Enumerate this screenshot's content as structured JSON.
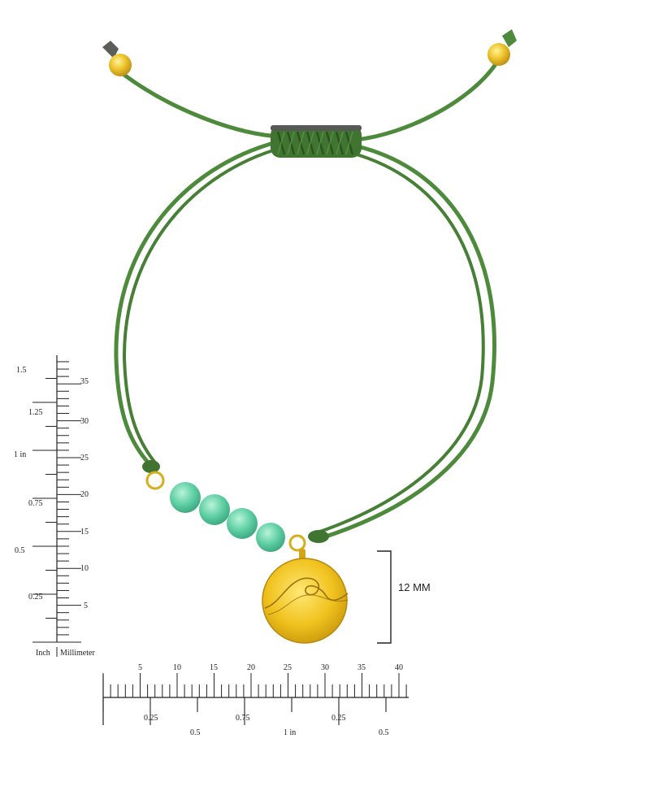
{
  "product": {
    "cord_color": "#4e8a3c",
    "bead_color": "#62d3a8",
    "metal_color": "#e0b520",
    "charm_icon": "wave-icon"
  },
  "dimension": {
    "label": "12 MM"
  },
  "vertical_ruler": {
    "inch_labels": [
      "1.5",
      "1.25",
      "1 in",
      "0.75",
      "0.5",
      "0.25"
    ],
    "mm_labels": [
      "35",
      "30",
      "25",
      "20",
      "15",
      "10",
      "5"
    ],
    "caption_inch": "Inch",
    "caption_mm": "Millimeter"
  },
  "horizontal_ruler": {
    "mm_labels": [
      "5",
      "10",
      "15",
      "20",
      "25",
      "30",
      "35",
      "40"
    ],
    "inch_labels": [
      "0.25",
      "0.5",
      "0.75",
      "1 in",
      "0.25",
      "0.5"
    ]
  }
}
